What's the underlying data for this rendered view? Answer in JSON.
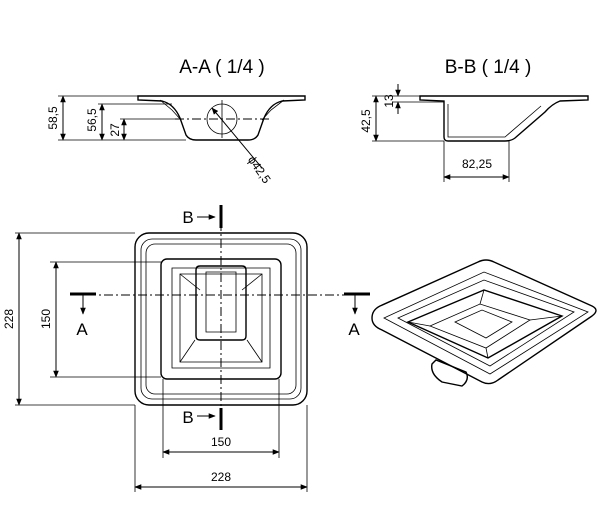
{
  "section_aa": {
    "title": "A-A ( 1/4 )",
    "dim_overall": "58,5",
    "dim_mid": "56,5",
    "dim_low": "27",
    "dim_diameter": "ϕ42,5"
  },
  "section_bb": {
    "title": "B-B ( 1/4 )",
    "dim_top": "13",
    "dim_height": "42,5",
    "dim_width": "82,25"
  },
  "plan_view": {
    "dim_outer_height": "228",
    "dim_inner_height": "150",
    "dim_inner_width": "150",
    "dim_outer_width": "228",
    "cut_a": "A",
    "cut_b": "B"
  }
}
